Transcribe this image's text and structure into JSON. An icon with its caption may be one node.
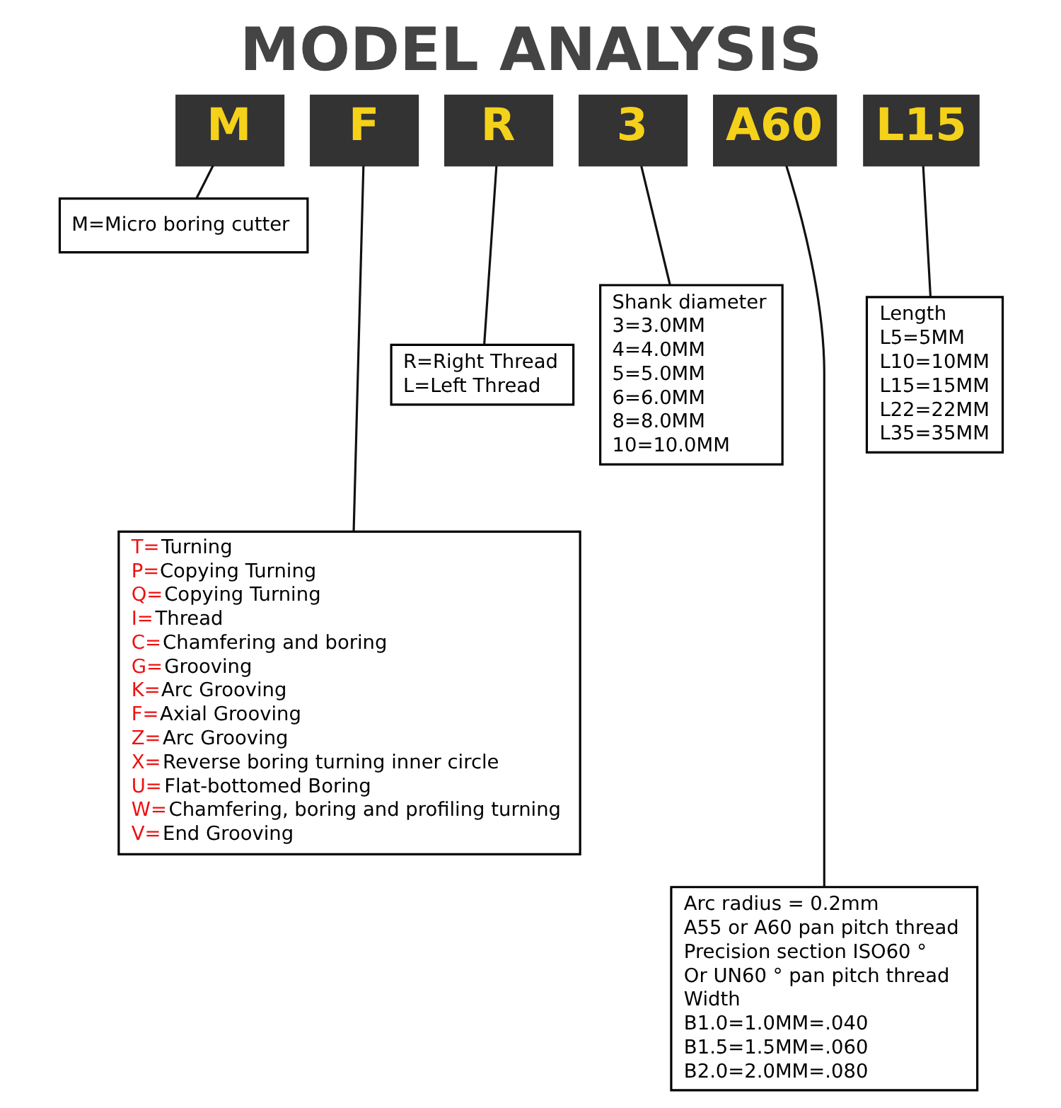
{
  "diagram": {
    "title": "MODEL ANALYSIS",
    "nodes": [
      {
        "text": [
          "M"
        ]
      },
      {
        "text": [
          "F"
        ]
      },
      {
        "text": [
          "R"
        ]
      },
      {
        "text": [
          "3"
        ]
      },
      {
        "text": [
          "A60"
        ]
      },
      {
        "text": [
          "L15"
        ]
      },
      {
        "text": [
          "M=Micro boring cutter"
        ]
      },
      {
        "text": [
          "T=Turning",
          "P=Copying Turning",
          "Q=Copying Turning",
          "I=Thread",
          "C=Chamfering and boring",
          "G=Grooving",
          "K=Arc Grooving",
          "F=Axial Grooving",
          "Z=Arc Grooving",
          "X=Reverse boring turning inner circle",
          "U=Flat-bottomed Boring",
          "W=Chamfering, boring and profiling turning",
          "V=End Grooving"
        ]
      },
      {
        "text": [
          "R=Right Thread",
          "L=Left Thread"
        ]
      },
      {
        "text": [
          "Shank diameter",
          "3=3.0MM",
          "4=4.0MM",
          "5=5.0MM",
          "6=6.0MM",
          "8=8.0MM",
          "10=10.0MM"
        ]
      },
      {
        "text": [
          "Arc radius = 0.2mm",
          "A55 or A60 pan pitch thread",
          "Precision section ISO60 °",
          "Or UN60 ° pan pitch thread",
          "Width",
          "B1.0=1.0MM=.040",
          "B1.5=1.5MM=.060",
          "B2.0=2.0MM=.080"
        ]
      },
      {
        "text": [
          "Length",
          "L5=5MM",
          "L10=10MM",
          "L15=15MM",
          "L22=22MM",
          "L35=35MM"
        ]
      }
    ],
    "edges": [
      {
        "from": 0,
        "to": 6,
        "arrow": "none"
      },
      {
        "from": 1,
        "to": 7,
        "arrow": "none"
      },
      {
        "from": 2,
        "to": 8,
        "arrow": "none"
      },
      {
        "from": 3,
        "to": 9,
        "arrow": "none"
      },
      {
        "from": 4,
        "to": 10,
        "arrow": "none"
      },
      {
        "from": 5,
        "to": 11,
        "arrow": "none"
      }
    ]
  }
}
